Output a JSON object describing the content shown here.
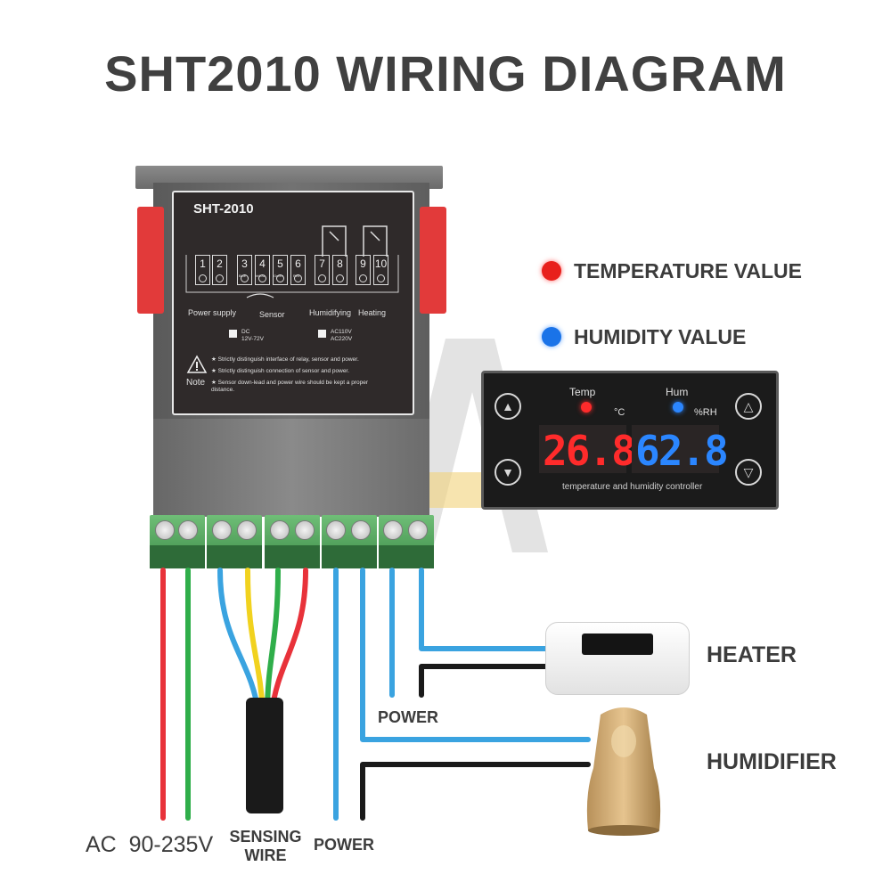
{
  "title": "SHT2010 WIRING DIAGRAM",
  "controller": {
    "model": "SHT-2010",
    "terminals": [
      "1",
      "2",
      "3",
      "4",
      "5",
      "6",
      "7",
      "8",
      "9",
      "10"
    ],
    "wire_colors_small": [
      "Blue",
      "Yellow",
      "Green",
      "Red"
    ],
    "group_labels": {
      "power_supply": "Power supply",
      "sensor": "Sensor",
      "humidifying": "Humidifying",
      "heating": "Heating"
    },
    "voltage_options": {
      "dc": "DC\n12V-72V",
      "ac": "AC110V\nAC220V"
    },
    "note_label": "Note",
    "notes": [
      "★ Strictly distinguish interface of relay, sensor and power.",
      "★ Strictly distinguish connection of sensor and power.",
      "★ Sensor down-lead and power wire should be kept a proper distance."
    ]
  },
  "legend": {
    "temperature": "TEMPERATURE VALUE",
    "humidity": "HUMIDITY VALUE",
    "temperature_color": "#e8201c",
    "humidity_color": "#1a73e8"
  },
  "display": {
    "temp_label": "Temp",
    "hum_label": "Hum",
    "temp_unit": "°C",
    "hum_unit": "%RH",
    "temp_value": "26.8",
    "hum_value": "62.8",
    "caption": "temperature and humidity controller"
  },
  "labels": {
    "heater": "HEATER",
    "humidifier": "HUMIDIFIER",
    "ac": "AC  90-235V",
    "sensing_wire": "SENSING\nWIRE",
    "power_bottom": "POWER",
    "power_mid": "POWER"
  },
  "colors": {
    "red_wire": "#e8323a",
    "green_wire": "#2fae4a",
    "blue_wire": "#3aa3e0",
    "yellow_wire": "#f1d21f",
    "black_wire": "#1a1a1a",
    "seg_red": "#ff2b2b",
    "seg_blue": "#2b86ff"
  }
}
